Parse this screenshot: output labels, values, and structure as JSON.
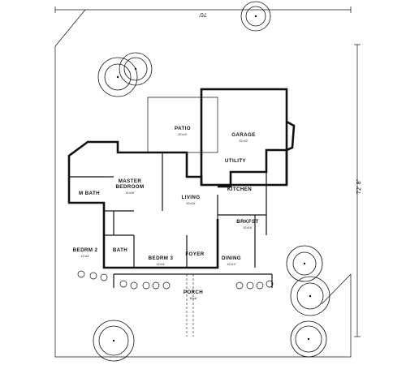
{
  "plan": {
    "overall_width": "70'",
    "overall_depth": "72' 8\"",
    "rooms": {
      "garage": {
        "name": "GARAGE",
        "dims": "22'x22'"
      },
      "patio": {
        "name": "PATIO",
        "dims": "20'x10'"
      },
      "utility": {
        "name": "UTILITY",
        "dims": ""
      },
      "master": {
        "name": "MASTER",
        "name2": "BEDROOM",
        "dims": "14'x16'"
      },
      "mbath": {
        "name": "M BATH",
        "dims": ""
      },
      "living": {
        "name": "LIVING",
        "dims": "20'x18'"
      },
      "kitchen": {
        "name": "KITCHEN",
        "dims": ""
      },
      "brkfst": {
        "name": "BRKFST",
        "dims": "10'x10'"
      },
      "bedrm2": {
        "name": "BEDRM 2",
        "dims": "11'x11'"
      },
      "bath": {
        "name": "BATH",
        "dims": ""
      },
      "bedrm3": {
        "name": "BEDRM 3",
        "dims": "12'x11'"
      },
      "foyer": {
        "name": "FOYER",
        "dims": ""
      },
      "dining": {
        "name": "DINING",
        "dims": "12'x12'"
      },
      "porch": {
        "name": "PORCH",
        "dims": "45'x6'"
      }
    }
  }
}
